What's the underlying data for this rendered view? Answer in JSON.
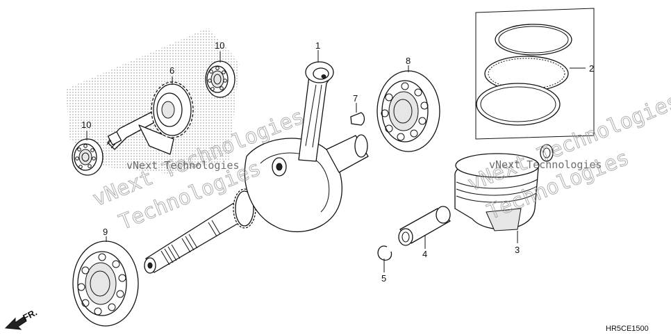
{
  "callouts": {
    "c1": "1",
    "c2": "2",
    "c3": "3",
    "c4": "4",
    "c5": "5",
    "c6": "6",
    "c7": "7",
    "c8": "8",
    "c9": "9",
    "c10a": "10",
    "c10b": "10"
  },
  "diagram_code": "HR5CE1500",
  "direction_marker": "FR.",
  "watermarks": {
    "line1": "vNext Technologies",
    "line2": "Technologies"
  },
  "icons": {
    "direction_arrow": "front-arrow-icon"
  }
}
